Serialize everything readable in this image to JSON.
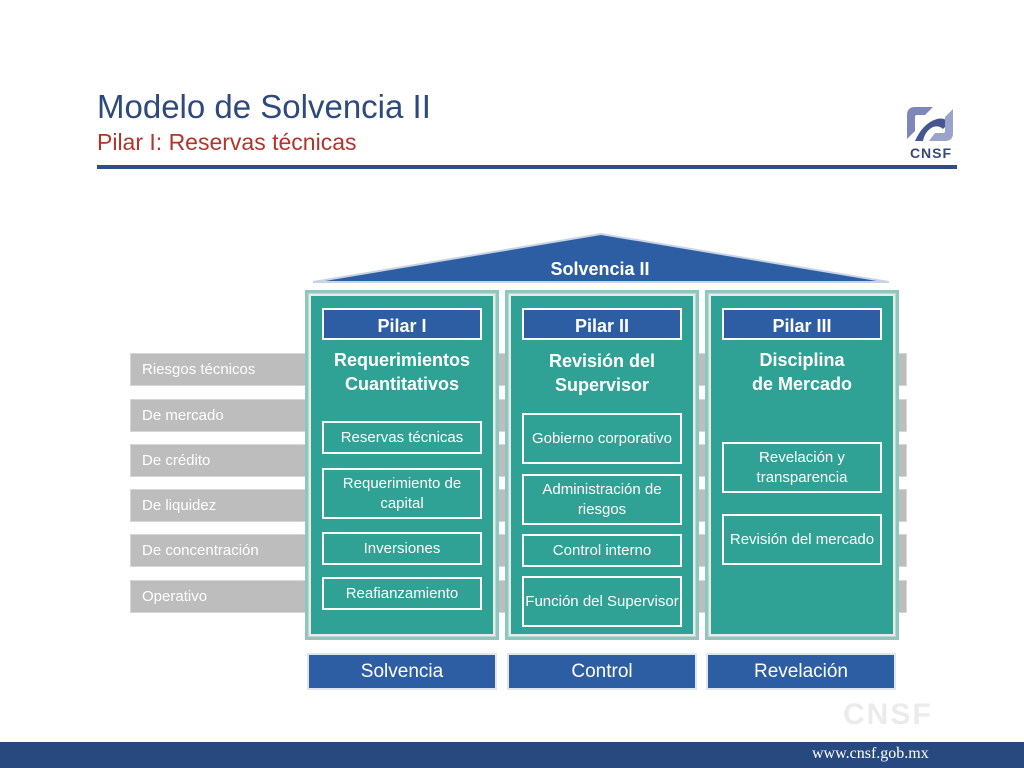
{
  "header": {
    "title": "Modelo de Solvencia II",
    "subtitle": "Pilar I: Reservas técnicas",
    "logo_text": "CNSF"
  },
  "roof": {
    "label": "Solvencia II"
  },
  "risks": [
    "Riesgos técnicos",
    "De mercado",
    "De crédito",
    "De liquidez",
    "De concentración",
    "Operativo"
  ],
  "pillars": [
    {
      "head": "Pilar I",
      "title_line1": "Requerimientos",
      "title_line2": "Cuantitativos",
      "items": [
        "Reservas técnicas",
        "Requerimiento de capital",
        "Inversiones",
        "Reafianzamiento"
      ],
      "base": "Solvencia"
    },
    {
      "head": "Pilar II",
      "title_line1": "Revisión del",
      "title_line2": "Supervisor",
      "items": [
        "Gobierno corporativo",
        "Administración de riesgos",
        "Control interno",
        "Función del Supervisor"
      ],
      "base": "Control"
    },
    {
      "head": "Pilar III",
      "title_line1": "Disciplina",
      "title_line2": "de Mercado",
      "items": [
        "Revelación y transparencia",
        "Revisión del mercado"
      ],
      "base": "Revelación"
    }
  ],
  "watermark": "CNSF",
  "footer": {
    "url": "www.cnsf.gob.mx"
  },
  "colors": {
    "pillar": "#2fa295",
    "blue": "#2d5ea3",
    "title": "#2e4a7c",
    "subtitle": "#b1352a",
    "risk_bar": "#bdbdbd",
    "footer": "#27497f"
  }
}
